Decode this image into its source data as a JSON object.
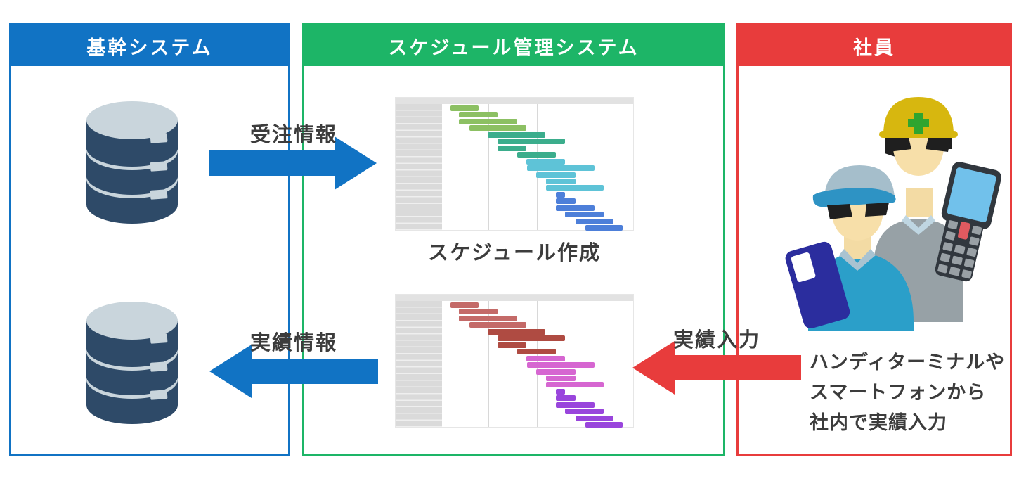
{
  "colors": {
    "core_blue": "#1173C4",
    "schedule_green": "#1DB567",
    "staff_red": "#E83C3C",
    "label_text": "#3C3C3C",
    "db_dark": "#2E4A68",
    "db_light": "#C9D5DC",
    "gantt_left_col": "#DADADA",
    "gantt_header_strip": "#E2E2E2"
  },
  "panels": [
    {
      "title": "基幹システム",
      "color": "#1173C4"
    },
    {
      "title": "スケジュール管理システム",
      "color": "#1DB567"
    },
    {
      "title": "社員",
      "color": "#E83C3C"
    }
  ],
  "arrows": [
    {
      "label": "受注情報",
      "direction": "right",
      "color": "#1173C4",
      "from": "基幹システム",
      "to": "スケジュール管理システム"
    },
    {
      "label": "実績情報",
      "direction": "left",
      "color": "#1173C4",
      "from": "スケジュール管理システム",
      "to": "基幹システム"
    },
    {
      "label": "実績入力",
      "direction": "left",
      "color": "#E83C3C",
      "from": "社員",
      "to": "スケジュール管理システム"
    }
  ],
  "captions": {
    "chart1": "スケジュール作成"
  },
  "staff_note": {
    "lines": [
      "ハンディターミナルや",
      "スマートフォンから",
      "社内で実績入力"
    ]
  },
  "icons": {
    "database": "database-cylinder-icon",
    "workers": "workers-with-handy-terminal-and-smartphone-illustration"
  },
  "chart_data": [
    {
      "type": "gantt",
      "name": "schedule-created-gantt",
      "rows": 19,
      "left_column_width": 66,
      "gridlines_x": [
        132,
        201,
        269
      ],
      "bars": [
        {
          "start": 78,
          "end": 118,
          "color": "#8CC063"
        },
        {
          "start": 90,
          "end": 145,
          "color": "#8CC063"
        },
        {
          "start": 90,
          "end": 173,
          "color": "#8CC063"
        },
        {
          "start": 105,
          "end": 186,
          "color": "#8CC063"
        },
        {
          "start": 131,
          "end": 213,
          "color": "#3BAD8C"
        },
        {
          "start": 145,
          "end": 241,
          "color": "#3BAD8C"
        },
        {
          "start": 145,
          "end": 186,
          "color": "#3BAD8C"
        },
        {
          "start": 173,
          "end": 228,
          "color": "#3BAD8C"
        },
        {
          "start": 186,
          "end": 241,
          "color": "#5EC3D7"
        },
        {
          "start": 187,
          "end": 283,
          "color": "#5EC3D7"
        },
        {
          "start": 200,
          "end": 256,
          "color": "#5EC3D7"
        },
        {
          "start": 214,
          "end": 256,
          "color": "#5EC3D7"
        },
        {
          "start": 214,
          "end": 296,
          "color": "#5EC3D7"
        },
        {
          "start": 228,
          "end": 241,
          "color": "#4D7FD9"
        },
        {
          "start": 228,
          "end": 256,
          "color": "#4D7FD9"
        },
        {
          "start": 228,
          "end": 283,
          "color": "#4D7FD9"
        },
        {
          "start": 241,
          "end": 296,
          "color": "#4D7FD9"
        },
        {
          "start": 256,
          "end": 310,
          "color": "#4D7FD9"
        },
        {
          "start": 270,
          "end": 323,
          "color": "#4D7FD9"
        }
      ]
    },
    {
      "type": "gantt",
      "name": "results-entered-gantt",
      "rows": 19,
      "left_column_width": 66,
      "gridlines_x": [
        132,
        201,
        269
      ],
      "bars": [
        {
          "start": 78,
          "end": 118,
          "color": "#C46A68"
        },
        {
          "start": 90,
          "end": 145,
          "color": "#C46A68"
        },
        {
          "start": 90,
          "end": 173,
          "color": "#C46A68"
        },
        {
          "start": 105,
          "end": 186,
          "color": "#C46A68"
        },
        {
          "start": 131,
          "end": 213,
          "color": "#AF4B42"
        },
        {
          "start": 145,
          "end": 241,
          "color": "#AF4B42"
        },
        {
          "start": 145,
          "end": 186,
          "color": "#AF4B42"
        },
        {
          "start": 173,
          "end": 228,
          "color": "#AF4B42"
        },
        {
          "start": 186,
          "end": 241,
          "color": "#D666D1"
        },
        {
          "start": 187,
          "end": 283,
          "color": "#D666D1"
        },
        {
          "start": 200,
          "end": 256,
          "color": "#D666D1"
        },
        {
          "start": 214,
          "end": 256,
          "color": "#D666D1"
        },
        {
          "start": 214,
          "end": 296,
          "color": "#D666D1"
        },
        {
          "start": 228,
          "end": 241,
          "color": "#9945DC"
        },
        {
          "start": 228,
          "end": 256,
          "color": "#9945DC"
        },
        {
          "start": 228,
          "end": 283,
          "color": "#9945DC"
        },
        {
          "start": 241,
          "end": 296,
          "color": "#9945DC"
        },
        {
          "start": 256,
          "end": 310,
          "color": "#9945DC"
        },
        {
          "start": 270,
          "end": 323,
          "color": "#9945DC"
        }
      ]
    }
  ]
}
